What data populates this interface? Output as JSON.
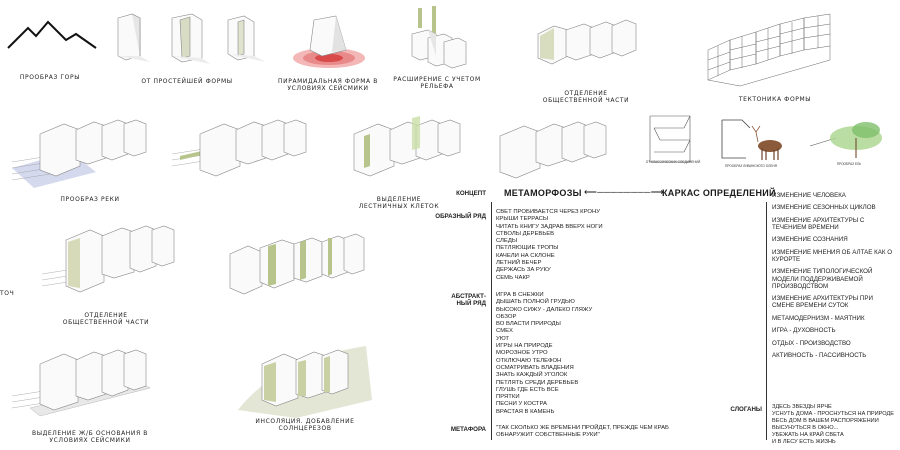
{
  "captions": {
    "c_mountain": "ПРООБРАЗ ГОРЫ",
    "c_simple": "ОТ ПРОСТЕЙШЕЙ ФОРМЫ",
    "c_pyramid": "ПИРАМИДАЛЬНАЯ ФОРМА В УСЛОВИЯХ СЕЙСМИКИ",
    "c_expand": "РАСШИРЕНИЕ С УЧЕТОМ РЕЛЬЕФА",
    "c_public_top": "ОТДЕЛЕНИЕ ОБЩЕСТВЕННОЙ ЧАСТИ",
    "c_tectonics": "ТЕКТОНИКА ФОРМЫ",
    "c_river": "ПРООБРАЗ РЕКИ",
    "c_stairs": "ВЫДЕЛЕНИЕ ЛЕСТНИЧНЫХ КЛЕТОК",
    "c_small1": "ОТ КЛАССИЧЕСКИХ СОЕДИНЕНИЙ",
    "c_small2": "ПРООБРАЗ ЛИВИНСКОГО ОЛЕНЯ",
    "c_small3": "ПРООБРАЗ ЕЛЬ",
    "c_public_mid": "ОТДЕЛЕНИЕ ОБЩЕСТВЕННОЙ ЧАСТИ",
    "c_frame": "ВЫДЕЛЕНИЕ Ж/Б ОСНОВАНИЯ В УСЛОВИЯХ СЕЙСМИКИ",
    "c_solar": "ИНСОЛЯЦИЯ. ДОБАВЛЕНИЕ СОЛНЦЕРЕЗОВ",
    "c_left_cut": "ТОЧ"
  },
  "concept": {
    "label_concept": "КОНЦЕПТ",
    "title_left": "МЕТАМОРФОЗЫ",
    "arrow": "⟵────────⟶",
    "title_right": "КАРКАС ОПРЕДЕЛЕНИЙ",
    "label_image": "ОБРАЗНЫЙ РЯД",
    "image_items": [
      "СВЕТ ПРОБИВАЕТСЯ ЧЕРЕЗ КРОНУ",
      "КРЫШИ ТЕРРАСЫ",
      "ЧИТАТЬ КНИГУ ЗАДРАВ ВВЕРХ НОГИ",
      "СТВОЛЫ ДЕРЕВЬЕВ",
      "СЛЕДЫ",
      "ПЕТЛЯЮЩИЕ ТРОПЫ",
      "КАЧЕЛИ НА СКЛОНЕ",
      "ЛЕТНИЙ ВЕЧЕР",
      "ДЕРЖАСЬ ЗА РУКУ",
      "СЕМЬ ЧАКР"
    ],
    "label_abstract": "АБСТРАКТ-\nНЫЙ РЯД",
    "abstract_items": [
      "ИГРА В СНЕЖКИ",
      "ДЫШАТЬ ПОЛНОЙ ГРУДЬЮ",
      "ВЫСОКО СИЖУ - ДАЛЕКО ГЛЯЖУ",
      "ОБЗОР",
      "ВО ВЛАСТИ ПРИРОДЫ",
      "СМЕХ",
      "УЮТ",
      "ИГРЫ НА ПРИРОДЕ",
      "МОРОЗНОЕ УТРО",
      "ОТКЛЮЧАЮ ТЕЛЕФОН",
      "ОСМАТРИВАТЬ ВЛАДЕНИЯ",
      "ЗНАТЬ КАЖДЫЙ УГОЛОК",
      "ПЕТЛЯТЬ СРЕДИ ДЕРЕВЬЕВ",
      "ГЛУШЬ ГДЕ ЕСТЬ ВСЕ",
      "ПРЯТКИ",
      "ПЕСНИ У КОСТРА",
      "ВРАСТАЯ В КАМЕНЬ"
    ],
    "label_metaphor": "МЕТАФОРА",
    "metaphor": [
      "\"ТАК СКОЛЬКО ЖЕ ВРЕМЕНИ ПРОЙДЕТ, ПРЕЖДЕ ЧЕМ КРАБ",
      "ОБНАРУЖИТ СОБСТВЕННЫЕ РУКИ\""
    ],
    "right_items": [
      "ИЗМЕНЕНИЕ ЧЕЛОВЕКА",
      "ИЗМЕНЕНИЕ СЕЗОННЫХ ЦИКЛОВ",
      "ИЗМЕНЕНИЕ АРХИТЕКТУРЫ С ТЕЧЕНИЕМ ВРЕМЕНИ",
      "ИЗМЕНЕНИЕ СОЗНАНИЯ",
      "ИЗМЕНЕНИЕ МНЕНИЯ ОБ АЛТАЕ КАК О КУРОРТЕ",
      "ИЗМЕНЕНИЕ ТИПОЛОГИЧЕСКОЙ МОДЕЛИ ПОДДЕРЖИВАЕМОЙ ПРОИЗВОДСТВОМ",
      "ИЗМЕНЕНИЕ АРХИТЕКТУРЫ ПРИ СМЕНЕ ВРЕМЕНИ СУТОК",
      "МЕТАМОДЕРНИЗМ - МАЯТНИК",
      "ИГРА - ДУХОВНОСТЬ",
      "ОТДЫХ - ПРОИЗВОДСТВО",
      "АКТИВНОСТЬ - ПАССИВНОСТЬ"
    ],
    "label_slogans": "СЛОГАНЫ",
    "slogans": [
      "ЗДЕСЬ ЗВЕЗДЫ ЯРЧЕ",
      "УСНУТЬ ДОМА - ПРОСНУТЬСЯ НА ПРИРОДЕ",
      "ВЕСЬ ДОМ В ВАШЕМ РАСПОРЯЖЕНИИ",
      "ВЫСУНУТЬСЯ В ОКНО...",
      "УБЕЖАТЬ НА КРАЙ СВЕТА",
      "И В ЛЕСУ ЕСТЬ ЖИЗНЬ"
    ]
  }
}
